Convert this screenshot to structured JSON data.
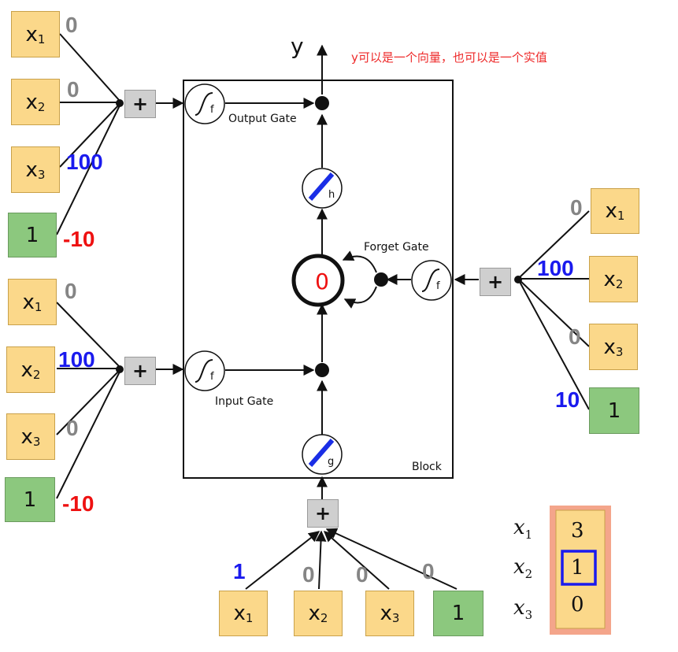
{
  "output_label": "y",
  "note": "y可以是一个向量，也可以是一个实值",
  "block_label": "Block",
  "gates": {
    "output": "Output Gate",
    "input": "Input Gate",
    "forget": "Forget Gate"
  },
  "cell_value": "0",
  "activations": {
    "gate_f": "f",
    "h": "h",
    "g": "g"
  },
  "plus_symbol": "+",
  "inputs": {
    "x1": "x",
    "x2": "x",
    "x3": "x",
    "s1": "1",
    "s2": "2",
    "s3": "3",
    "bias": "1"
  },
  "output_gate_weights": {
    "x1": "0",
    "x2": "0",
    "x3": "100",
    "bias": "-10"
  },
  "input_gate_weights": {
    "x1": "0",
    "x2": "100",
    "x3": "0",
    "bias": "-10"
  },
  "forget_gate_weights": {
    "x1": "0",
    "x2": "100",
    "x3": "0",
    "bias": "10"
  },
  "cell_input_weights": {
    "x1": "1",
    "x2": "0",
    "x3": "0",
    "bias": "0"
  },
  "current_input": {
    "x1": "3",
    "x2": "1",
    "x3": "0"
  },
  "colors": {
    "input_box": "#fbd88a",
    "bias_box": "#8cc87e",
    "weight_gray": "#858585",
    "weight_blue": "#1a1aee",
    "weight_red": "#ee1111",
    "note_red": "#ee2a2a",
    "activation_blue": "#1a2ee6",
    "vector_bg": "#f4a58b"
  }
}
